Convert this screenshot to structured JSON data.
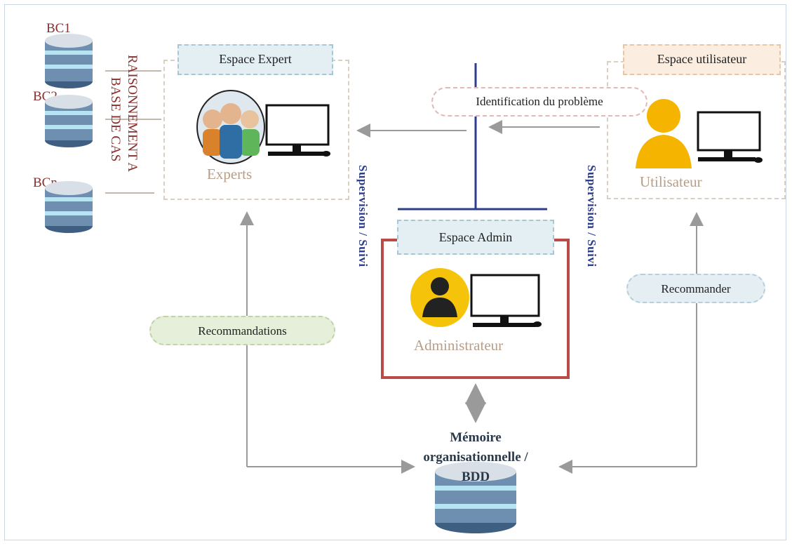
{
  "databases": [
    "BC1",
    "BC2",
    "BCn"
  ],
  "reasoning_label": [
    "RAISONNEMENT A",
    "BASE DE CAS"
  ],
  "expert_space": {
    "title": "Espace Expert",
    "role": "Experts"
  },
  "user_space": {
    "title": "Espace utilisateur",
    "role": "Utilisateur"
  },
  "admin_space": {
    "title": "Espace Admin",
    "role": "Administrateur"
  },
  "identification": "Identification du problème",
  "supervision": "Supervision / Suivi",
  "recommandations": "Recommandations",
  "recommander": "Recommander",
  "memory": [
    "Mémoire",
    "organisationnelle /",
    "BDD"
  ],
  "colors": {
    "red_frame": "#b94a48",
    "arrow": "#9a9a9a",
    "navy": "#2d3e8a",
    "db": "#3f5f82"
  }
}
